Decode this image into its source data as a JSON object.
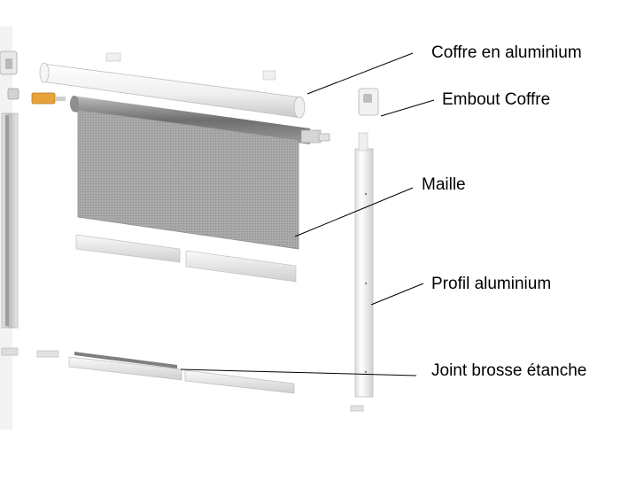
{
  "labels": {
    "coffre": "Coffre en aluminium",
    "embout": "Embout Coffre",
    "maille": "Maille",
    "profil": "Profil aluminium",
    "joint": "Joint brosse étanche"
  },
  "colors": {
    "background": "#ffffff",
    "leader_line": "#000000",
    "aluminium_light": "#f2f2f2",
    "aluminium_mid": "#d9d9d9",
    "aluminium_dark": "#a6a6a6",
    "mesh": "#9a9a9a",
    "spring_orange": "#e8a23a"
  }
}
